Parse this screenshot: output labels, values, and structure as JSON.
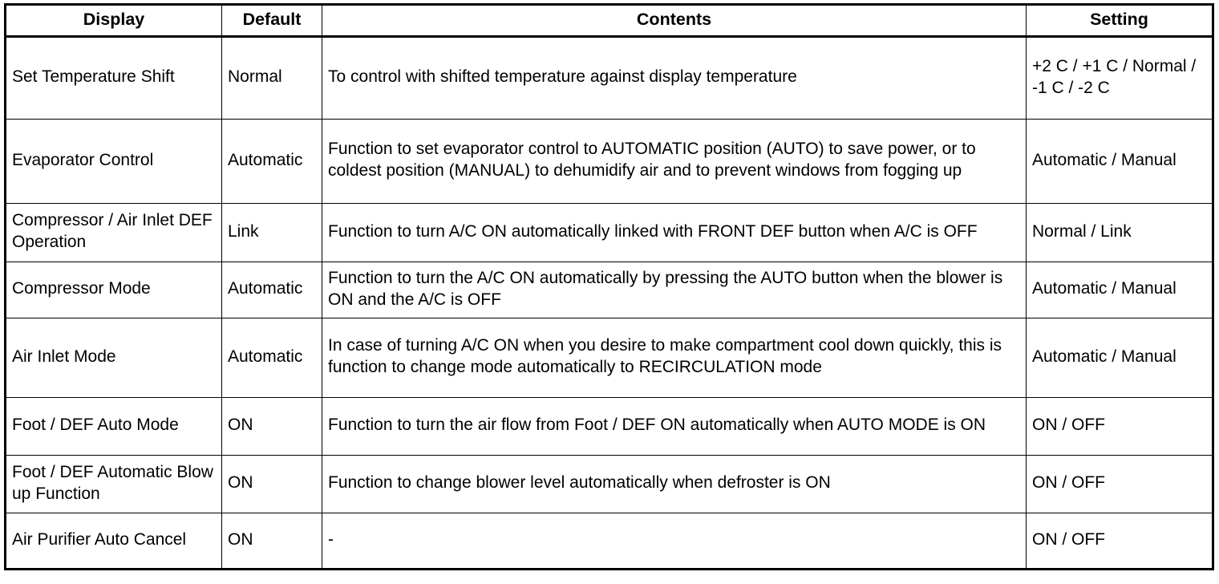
{
  "table": {
    "columns": [
      {
        "key": "display",
        "label": "Display"
      },
      {
        "key": "default",
        "label": "Default"
      },
      {
        "key": "contents",
        "label": "Contents"
      },
      {
        "key": "setting",
        "label": "Setting"
      }
    ],
    "rows": [
      {
        "display": "Set Temperature Shift",
        "default": "Normal",
        "contents": "To control with shifted temperature against display temperature",
        "setting": "+2 C / +1 C / Normal / -1 C / -2 C"
      },
      {
        "display": "Evaporator Control",
        "default": "Automatic",
        "contents": "Function to set evaporator control to AUTOMATIC position (AUTO) to save power, or to coldest position (MANUAL) to dehumidify air and to prevent windows from fogging up",
        "setting": "Automatic / Manual"
      },
      {
        "display": "Compressor / Air Inlet DEF Operation",
        "default": "Link",
        "contents": "Function to turn A/C ON automatically linked with FRONT DEF button when A/C is OFF",
        "setting": "Normal / Link"
      },
      {
        "display": "Compressor Mode",
        "default": "Automatic",
        "contents": "Function to turn the A/C ON automatically by pressing the AUTO button when the blower is ON and the A/C is OFF",
        "setting": "Automatic / Manual"
      },
      {
        "display": "Air Inlet Mode",
        "default": "Automatic",
        "contents": "In case of turning A/C ON when you desire to make compartment cool down quickly, this is function to change mode automatically to RECIRCULATION mode",
        "setting": "Automatic / Manual"
      },
      {
        "display": "Foot / DEF Auto Mode",
        "default": "ON",
        "contents": "Function to turn the air flow from Foot / DEF ON automatically when AUTO MODE is ON",
        "setting": "ON / OFF"
      },
      {
        "display": "Foot / DEF Automatic Blow up Function",
        "default": "ON",
        "contents": "Function to change blower level automatically when defroster is ON",
        "setting": "ON / OFF"
      },
      {
        "display": "Air Purifier Auto Cancel",
        "default": "ON",
        "contents": "-",
        "setting": "ON / OFF"
      }
    ]
  },
  "colors": {
    "text": "#000000",
    "background": "#ffffff",
    "border": "#000000"
  }
}
